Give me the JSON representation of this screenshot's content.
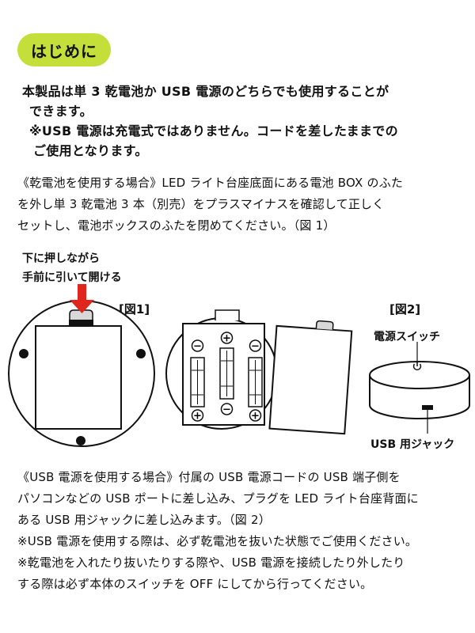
{
  "header": {
    "badge": "はじめに"
  },
  "intro": {
    "line1": "本製品は単 3 乾電池か USB 電源のどちらでも使用することが",
    "line2": "できます。",
    "line3": "※USB 電源は充電式ではありません。コードを差したままでの",
    "line4": "ご使用となります。"
  },
  "battery_section": {
    "line1": "《乾電池を使用する場合》LED ライト台座底面にある電池 BOX のふた",
    "line2": "を外し単 3 乾電池 3 本（別売）をプラスマイナスを確認して正しく",
    "line3": "セットし、電池ボックスのふたを閉めてください。（図 1）"
  },
  "figure1": {
    "instruction_line1": "下に押しながら",
    "instruction_line2": "手前に引いて開ける",
    "title": "[図1]",
    "plus": "+",
    "minus": "−"
  },
  "figure2": {
    "title": "[図2]",
    "switch_label": "電源スイッチ",
    "jack_label": "USB 用ジャック"
  },
  "usb_section": {
    "line1": "《USB 電源を使用する場合》付属の USB 電源コードの USB 端子側を",
    "line2": "パソコンなどの USB ポートに差し込み、プラグを LED ライト台座背面に",
    "line3": "ある USB 用ジャックに差し込みます。（図 2）",
    "line4": "※USB 電源を使用する際は、必ず乾電池を抜いた状態でご使用ください。",
    "line5": "※乾電池を入れたり抜いたりする際や、USB 電源を接続したり外したり",
    "line6": "する際は必ず本体のスイッチを OFF にしてから行ってください。"
  },
  "colors": {
    "badge": "#c5df3a",
    "arrow": "#e0261c"
  }
}
